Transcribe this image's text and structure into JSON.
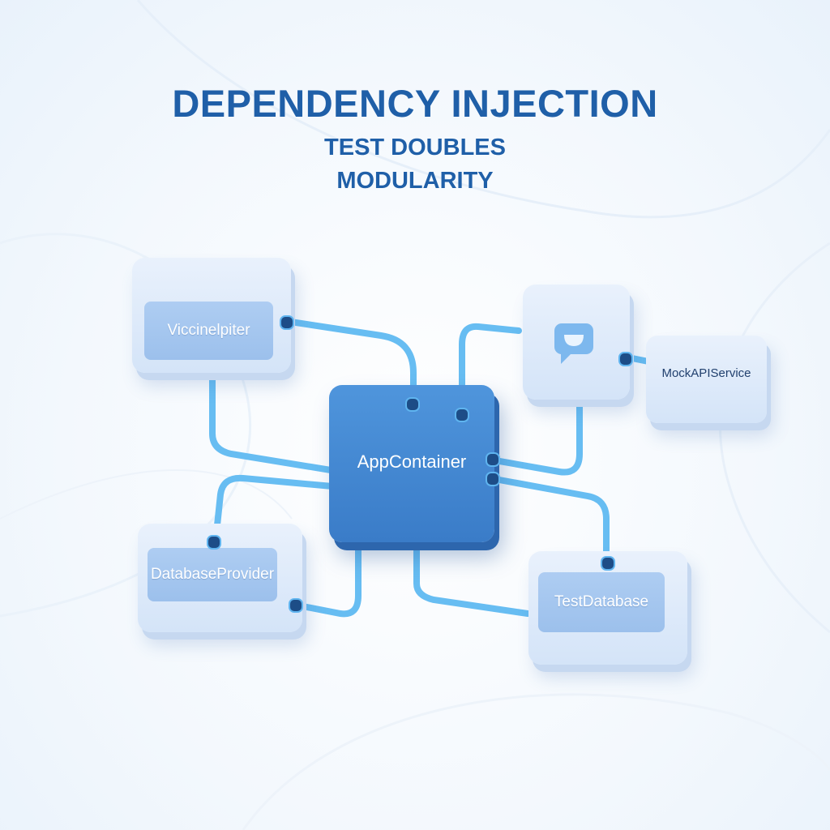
{
  "header": {
    "title": "DEPENDENCY INJECTION",
    "subtitle_1": "TEST DOUBLES",
    "subtitle_2": "MODULARITY"
  },
  "nodes": {
    "top_left": "Viccinelpiter",
    "center": "AppContainer",
    "bottom_left": "DatabaseProvider",
    "bottom_right": "TestDatabase",
    "right": "MockAPIService",
    "chat_icon": "chat-bubble-icon"
  },
  "colors": {
    "title": "#1f5fa8",
    "center_box": "#3f85d1",
    "wire": "#67bdf2",
    "node_face": "#a7c8f0"
  }
}
